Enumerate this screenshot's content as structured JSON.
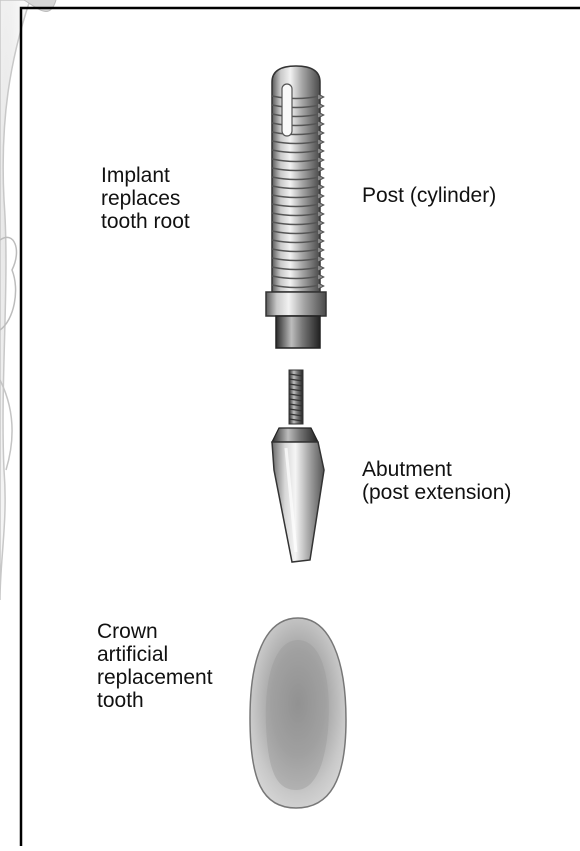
{
  "labels": {
    "implant": "Implant\nreplaces\ntooth root",
    "post": "Post (cylinder)",
    "abutment": "Abutment\n(post extension)",
    "crown": "Crown\nartificial\nreplacement\ntooth"
  }
}
